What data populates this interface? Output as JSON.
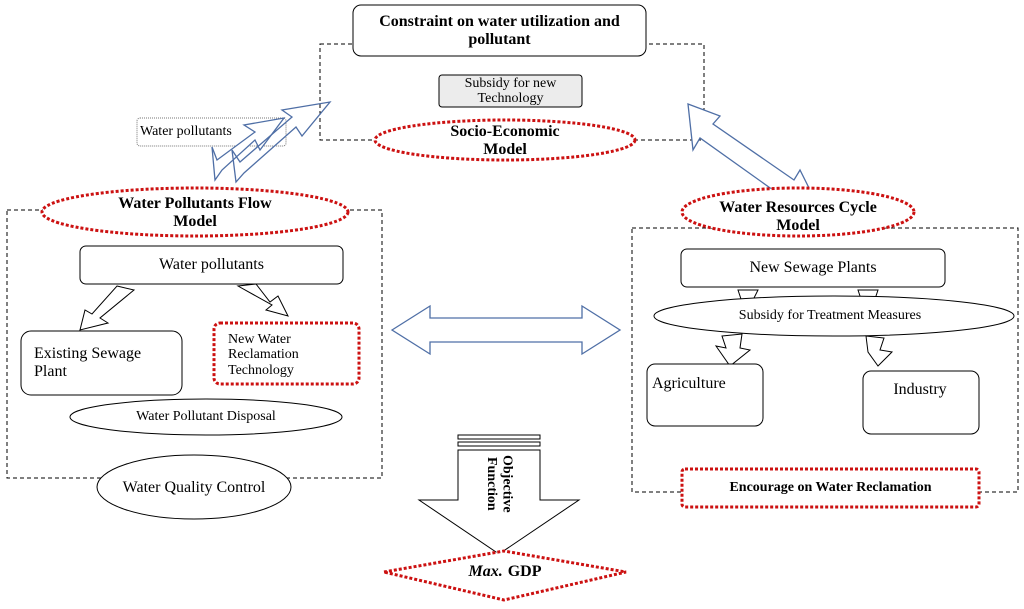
{
  "top": {
    "constraint": "Constraint on water utilization and pollutant",
    "subsidy_tech": "Subsidy for new Technology",
    "socio_model": "Socio-Economic Model",
    "water_pollutants_tag": "Water pollutants"
  },
  "left": {
    "model": "Water Pollutants Flow Model",
    "pollutants": "Water pollutants",
    "existing_plant": "Existing Sewage  Plant",
    "reclamation_tech": "New Water Reclamation Technology",
    "disposal": "Water Pollutant Disposal",
    "quality": "Water Quality Control"
  },
  "right": {
    "model": "Water Resources Cycle Model",
    "sewage_plants": "New Sewage Plants",
    "treatment_subsidy": "Subsidy for Treatment Measures",
    "agriculture": "Agriculture",
    "industry": "Industry",
    "encourage": "Encourage on Water Reclamation"
  },
  "bottom": {
    "objective": "Objective Function",
    "gdp_prefix": "Max.",
    "gdp": "GDP"
  },
  "colors": {
    "arrow_stroke": "#4f6fa6",
    "highlight": "#cc1111"
  }
}
